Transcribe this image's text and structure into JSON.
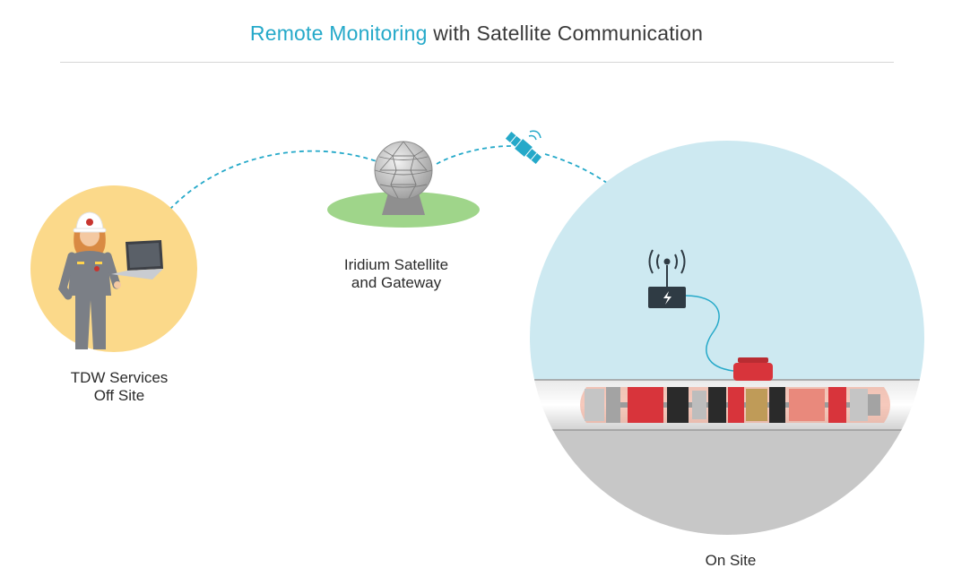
{
  "title": {
    "accent": "Remote Monitoring",
    "rest": " with Satellite Communication"
  },
  "labels": {
    "off_site_line1": "TDW Services",
    "off_site_line2": "Off Site",
    "gateway_line1": "Iridium Satellite",
    "gateway_line2": "and Gateway",
    "on_site": "On Site"
  },
  "colors": {
    "accent": "#25a9c9",
    "off_site_circle": "#fbd98a",
    "on_site_sky": "#cde9f1",
    "ground": "#c7c7c7",
    "grass": "#9fd58a",
    "pipe_red": "#d83a3a",
    "link": "#25a9c9"
  },
  "icons": [
    "worker-icon",
    "laptop-icon",
    "satellite-dome-icon",
    "satellite-icon",
    "antenna-transmitter-icon",
    "pipeline-pig-icon",
    "battery-icon"
  ]
}
